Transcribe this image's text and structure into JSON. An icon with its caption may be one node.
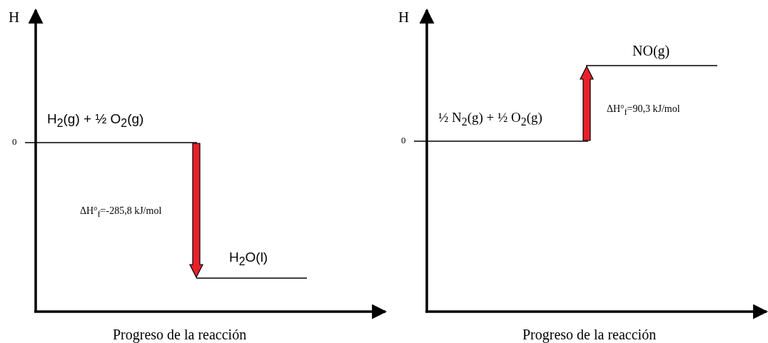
{
  "diagram": {
    "labels": [
      "H",
      "0",
      "H$_{2}$(g) + ½ O$_{2}$(g)",
      "ΔH°$_{f}$=-285,8 kJ/mol",
      "H$_{2}$O(l)",
      "Progreso de la reacción",
      "H",
      "0",
      "NO(g)",
      "½ N$_{2}$(g) + ½ O$_{2}$(g)",
      "ΔH°$_{f}$=90,3 kJ/mol",
      "Progreso de la reacción"
    ]
  }
}
